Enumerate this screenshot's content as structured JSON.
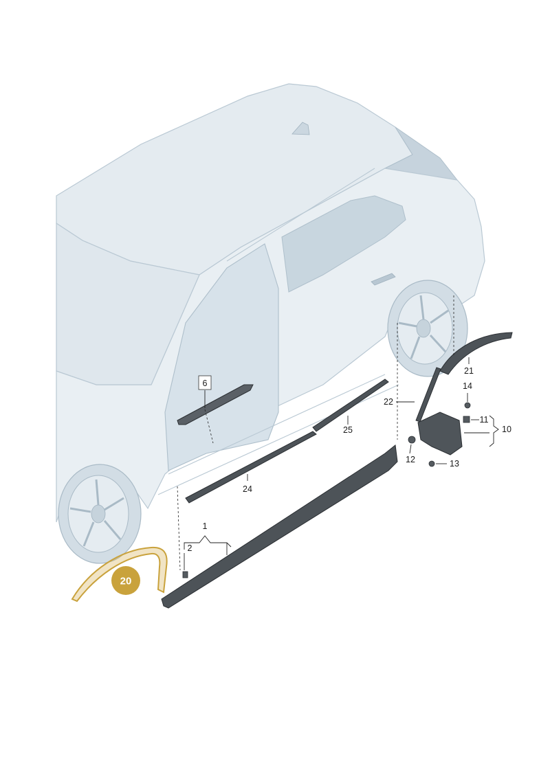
{
  "callouts": {
    "c1": "1",
    "c2": "2",
    "c6": "6",
    "c10": "10",
    "c11": "11",
    "c12": "12",
    "c13": "13",
    "c14": "14",
    "c21": "21",
    "c22": "22",
    "c24": "24",
    "c25": "25"
  },
  "highlight": {
    "label": "20",
    "color": "#c9a23c"
  },
  "colors": {
    "car_body": "#e6edf2",
    "car_shade": "#cfdbe4",
    "glass": "#c3d2dc",
    "parts": "#4d5358"
  }
}
